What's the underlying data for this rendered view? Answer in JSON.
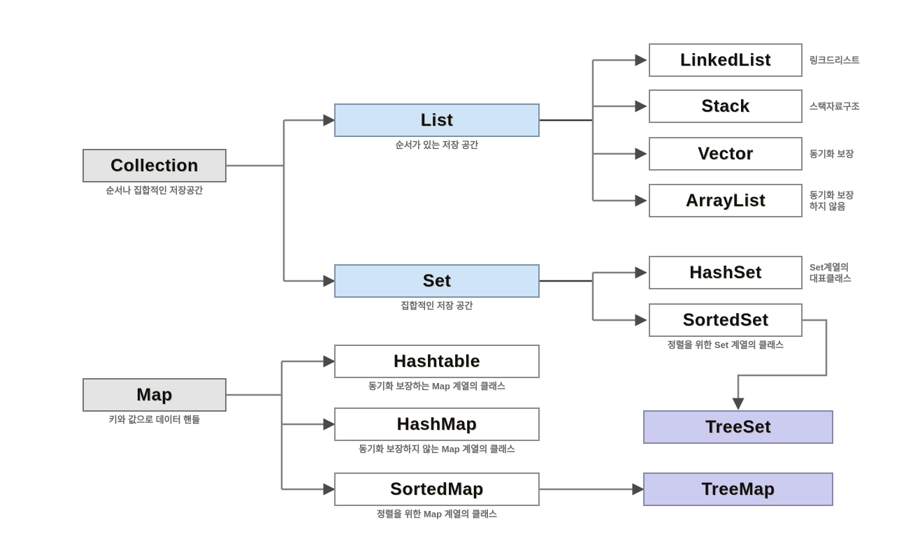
{
  "diagram": {
    "title": "Java Collection / Map hierarchy",
    "colors": {
      "root_fill": "#e4e4e4",
      "interface_fill": "#cfe4f6",
      "class_fill": "#ffffff",
      "tree_fill": "#ccccf0",
      "line": "#808080",
      "caption_text": "#666666"
    },
    "nodes": {
      "collection": {
        "label": "Collection",
        "caption": "순서나 집합적인 저장공간"
      },
      "list": {
        "label": "List",
        "caption": "순서가 있는 저장 공간"
      },
      "set": {
        "label": "Set",
        "caption": "집합적인 저장 공간"
      },
      "linkedlist": {
        "label": "LinkedList",
        "note": "링크드리스트"
      },
      "stack": {
        "label": "Stack",
        "note": "스택자료구조"
      },
      "vector": {
        "label": "Vector",
        "note": "동기화 보장"
      },
      "arraylist": {
        "label": "ArrayList",
        "note": "동기화 보장\n하지 않음"
      },
      "hashset": {
        "label": "HashSet",
        "note": "Set계열의\n대표클래스"
      },
      "sortedset": {
        "label": "SortedSet",
        "caption": "정렬을 위한 Set 계열의 클래스"
      },
      "treeset": {
        "label": "TreeSet"
      },
      "map": {
        "label": "Map",
        "caption": "키와 값으로 데이터 핸들"
      },
      "hashtable": {
        "label": "Hashtable",
        "caption": "동기화 보장하는 Map 계열의 클래스"
      },
      "hashmap": {
        "label": "HashMap",
        "caption": "동기화 보장하지 않는 Map 계열의 클래스"
      },
      "sortedmap": {
        "label": "SortedMap",
        "caption": "정렬을 위한 Map 계열의 클래스"
      },
      "treemap": {
        "label": "TreeMap"
      }
    }
  }
}
